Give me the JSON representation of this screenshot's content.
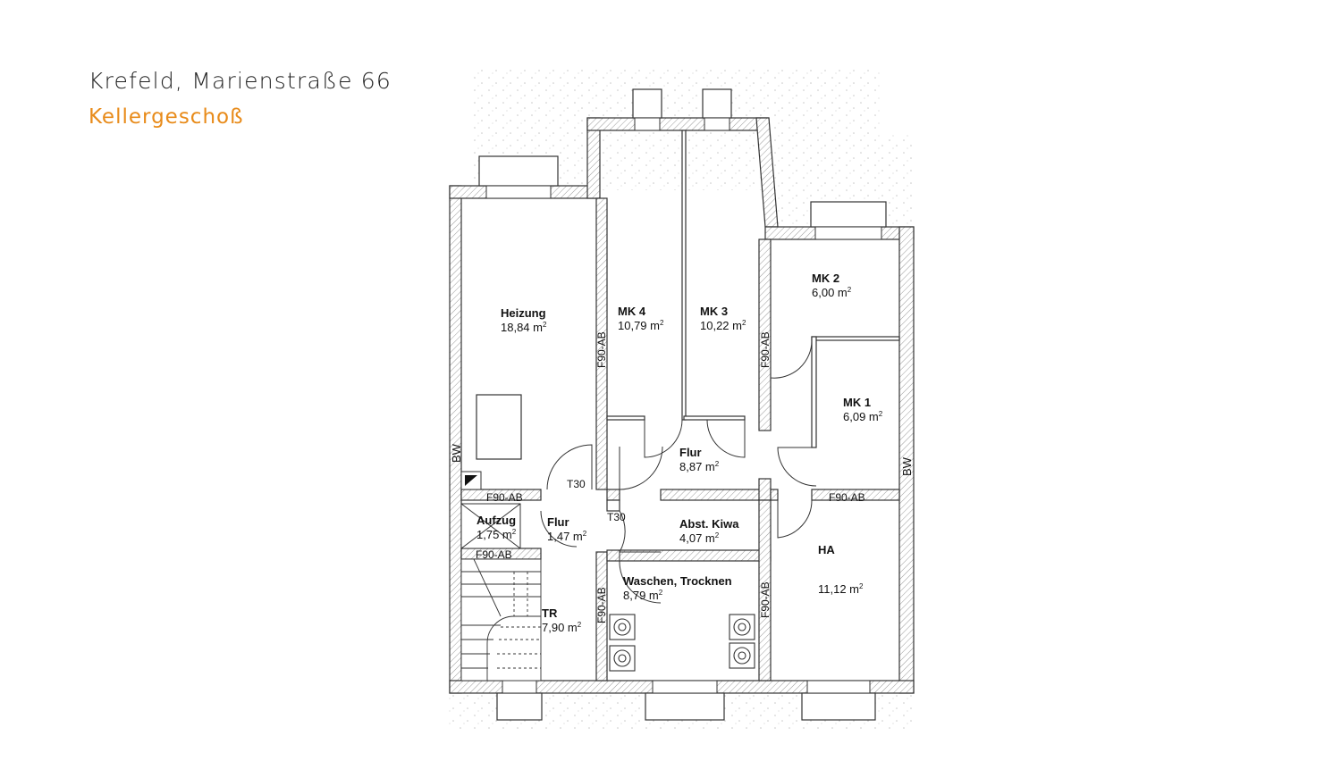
{
  "header": {
    "title": "Krefeld, Marienstraße 66",
    "subtitle": "Kellergeschoß",
    "subtitle_color": "#e88b1a"
  },
  "rooms": {
    "heizung": {
      "name": "Heizung",
      "area": "18,84 m"
    },
    "mk4": {
      "name": "MK 4",
      "area": "10,79 m"
    },
    "mk3": {
      "name": "MK 3",
      "area": "10,22 m"
    },
    "mk2": {
      "name": "MK 2",
      "area": "6,00 m"
    },
    "mk1": {
      "name": "MK 1",
      "area": "6,09 m"
    },
    "flur_upper": {
      "name": "Flur",
      "area": "8,87 m"
    },
    "flur_lower": {
      "name": "Flur",
      "area": "1,47 m"
    },
    "aufzug": {
      "name": "Aufzug",
      "area": "1,75 m"
    },
    "abst_kiwa": {
      "name": "Abst. Kiwa",
      "area": "4,07 m"
    },
    "waschen": {
      "name": "Waschen, Trocknen",
      "area": "8,79 m"
    },
    "ha": {
      "name": "HA",
      "area": "11,12 m"
    },
    "tr": {
      "name": "TR",
      "area": "7,90 m"
    }
  },
  "unit_superscript": "2",
  "labels": {
    "f90ab": "F90-AB",
    "t30": "T30",
    "bw": "BW"
  }
}
